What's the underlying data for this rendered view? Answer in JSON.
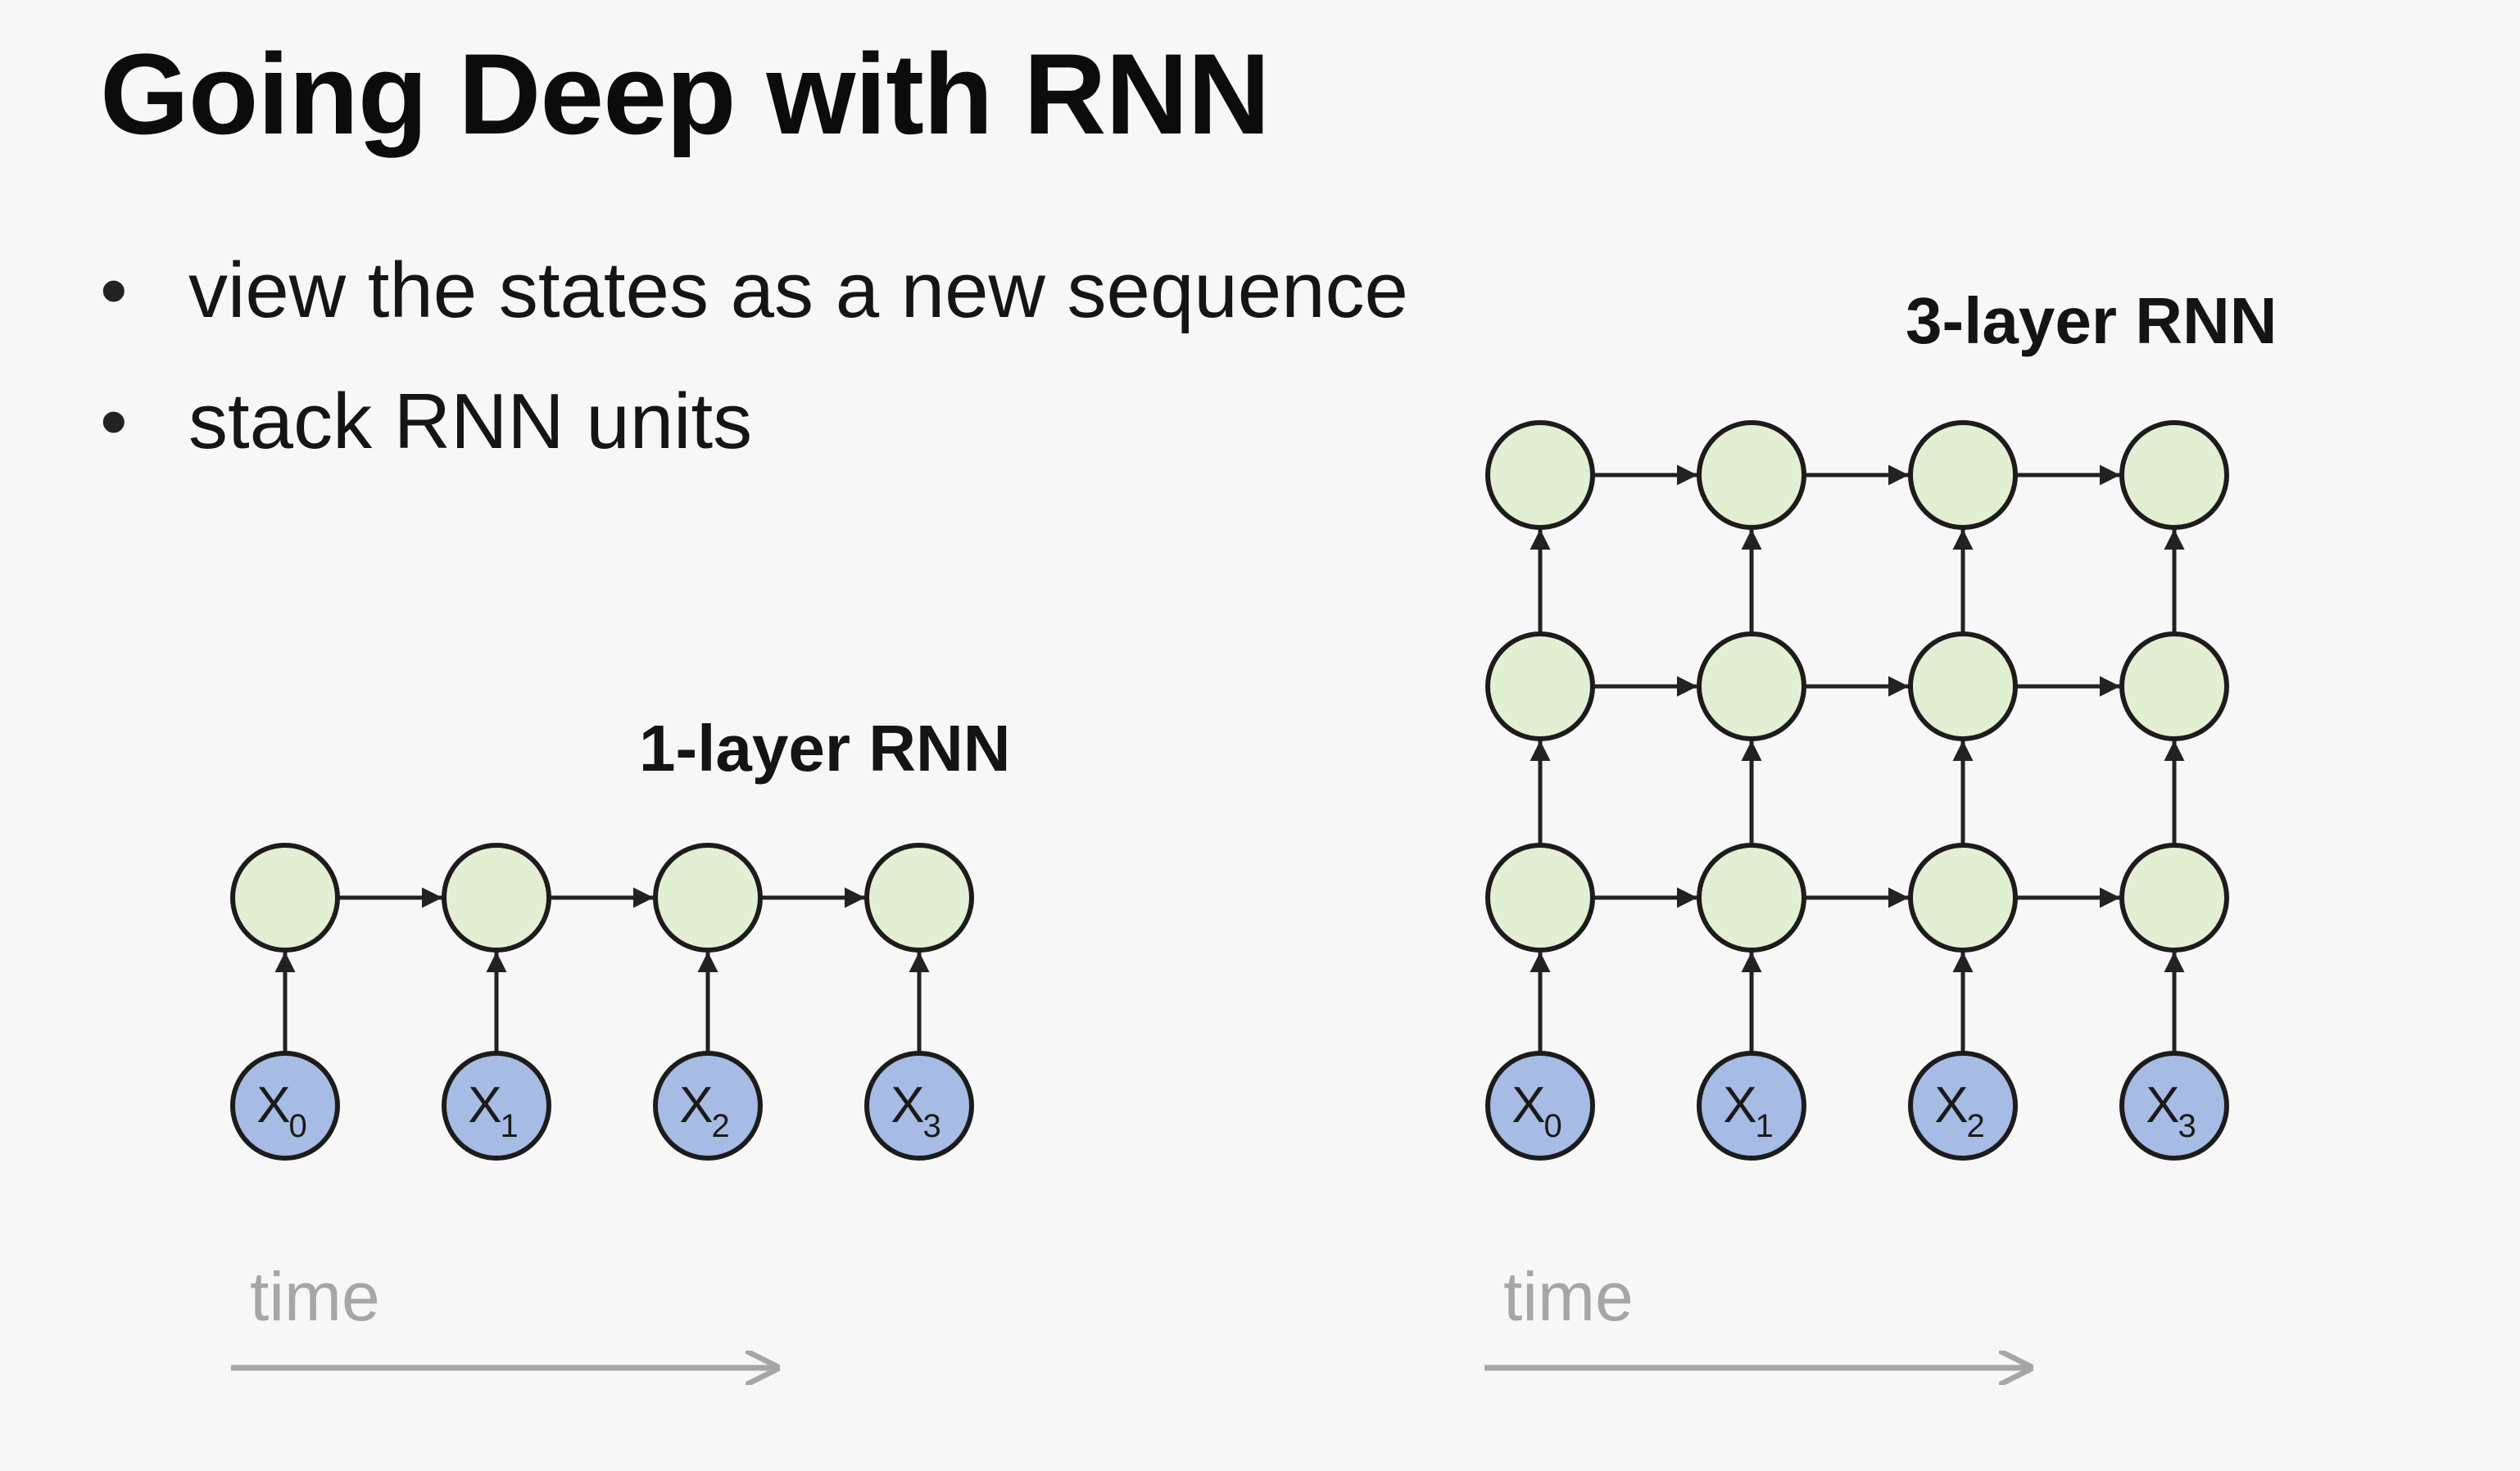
{
  "slide": {
    "title": "Going Deep with RNN",
    "bullets": [
      "view the states as a new sequence",
      "stack RNN units"
    ]
  },
  "diagrams": [
    {
      "label": "1-layer RNN",
      "layers": 1,
      "inputs": [
        "x0",
        "x1",
        "x2",
        "x3"
      ],
      "axis_label": "time"
    },
    {
      "label": "3-layer RNN",
      "layers": 3,
      "inputs": [
        "x0",
        "x1",
        "x2",
        "x3"
      ],
      "axis_label": "time"
    }
  ],
  "colors": {
    "hidden_node_fill": "#e3efd2",
    "input_node_fill": "#a7bce4",
    "edge": "#222222",
    "time_axis": "#a6a6a6"
  }
}
